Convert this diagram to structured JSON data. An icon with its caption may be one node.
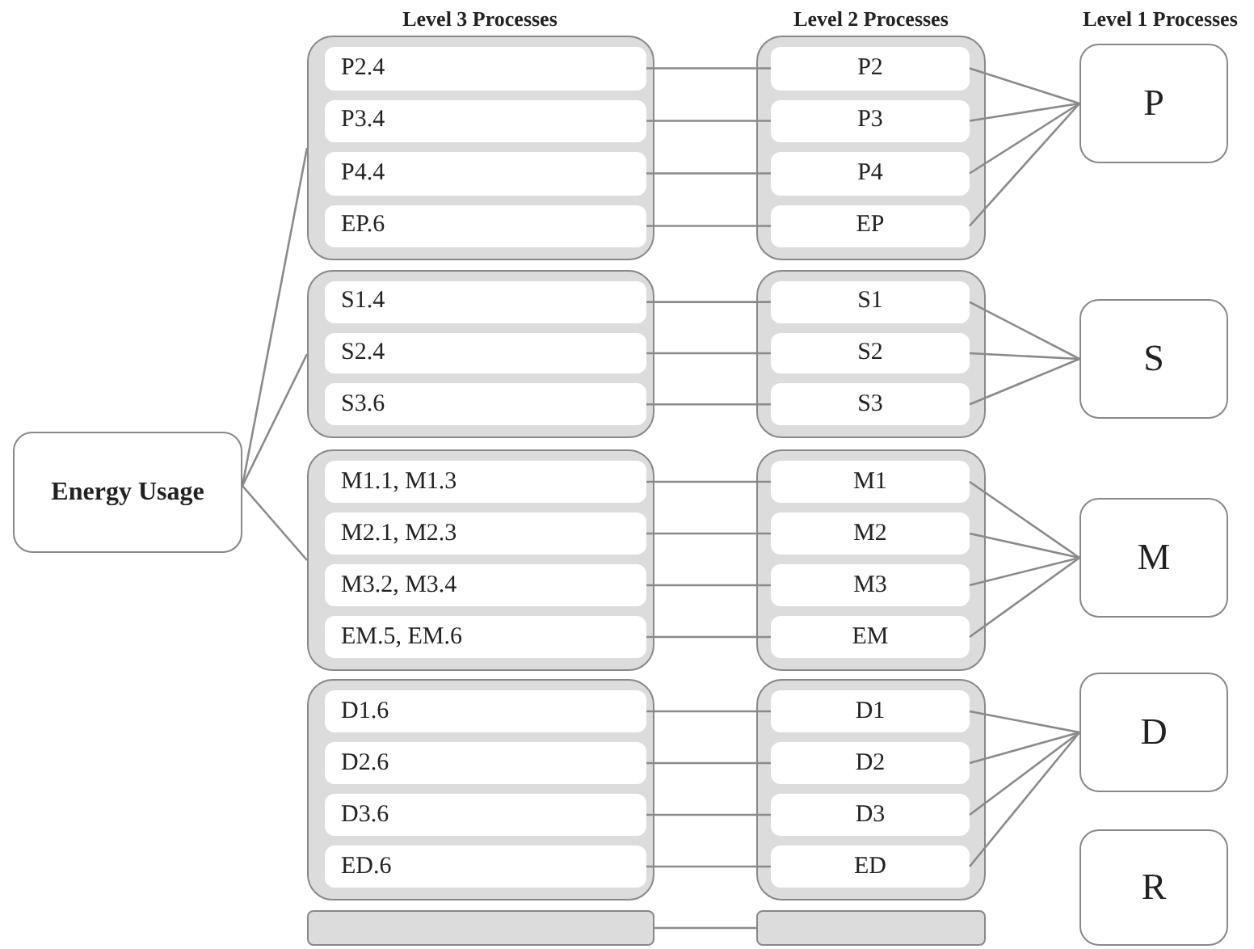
{
  "diagram": {
    "nodes": [
      {
        "text": [
          "Energy Usage"
        ]
      },
      {
        "text": [],
        "shape": "box"
      },
      {
        "text": [
          "P2.4"
        ],
        "in": 1
      },
      {
        "text": [
          "P3.4"
        ],
        "in": 1
      },
      {
        "text": [
          "P4.4"
        ],
        "in": 1
      },
      {
        "text": [
          "EP.6"
        ],
        "in": 1
      },
      {
        "text": [],
        "shape": "box"
      },
      {
        "text": [
          "S1.4"
        ],
        "in": 6
      },
      {
        "text": [
          "S2.4"
        ],
        "in": 6
      },
      {
        "text": [
          "S3.6"
        ],
        "in": 6
      },
      {
        "text": [],
        "shape": "box"
      },
      {
        "text": [
          "M1.1, M1.3"
        ],
        "in": 10
      },
      {
        "text": [
          "M2.1, M2.3"
        ],
        "in": 10
      },
      {
        "text": [
          "M3.2, M3.4"
        ],
        "in": 10
      },
      {
        "text": [
          "EM.5, EM.6"
        ],
        "in": 10
      },
      {
        "text": [],
        "shape": "box"
      },
      {
        "text": [
          "D1.6"
        ],
        "in": 15
      },
      {
        "text": [
          "D2.6"
        ],
        "in": 15
      },
      {
        "text": [
          "D3.6"
        ],
        "in": 15
      },
      {
        "text": [
          "ED.6"
        ],
        "in": 15
      },
      {
        "text": [],
        "shape": "bar"
      },
      {
        "text": [],
        "shape": "box"
      },
      {
        "text": [
          "P2"
        ],
        "in": 21
      },
      {
        "text": [
          "P3"
        ],
        "in": 21
      },
      {
        "text": [
          "P4"
        ],
        "in": 21
      },
      {
        "text": [
          "EP"
        ],
        "in": 21
      },
      {
        "text": [],
        "shape": "box"
      },
      {
        "text": [
          "S1"
        ],
        "in": 26
      },
      {
        "text": [
          "S2"
        ],
        "in": 26
      },
      {
        "text": [
          "S3"
        ],
        "in": 26
      },
      {
        "text": [],
        "shape": "box"
      },
      {
        "text": [
          "M1"
        ],
        "in": 30
      },
      {
        "text": [
          "M2"
        ],
        "in": 30
      },
      {
        "text": [
          "M3"
        ],
        "in": 30
      },
      {
        "text": [
          "EM"
        ],
        "in": 30
      },
      {
        "text": [],
        "shape": "box"
      },
      {
        "text": [
          "D1"
        ],
        "in": 35
      },
      {
        "text": [
          "D2"
        ],
        "in": 35
      },
      {
        "text": [
          "D3"
        ],
        "in": 35
      },
      {
        "text": [
          "ED"
        ],
        "in": 35
      },
      {
        "text": [],
        "shape": "bar"
      },
      {
        "text": [
          "P"
        ]
      },
      {
        "text": [
          "S"
        ]
      },
      {
        "text": [
          "M"
        ]
      },
      {
        "text": [
          "D"
        ]
      },
      {
        "text": [
          "R"
        ]
      }
    ],
    "edges": [
      {
        "from": 0,
        "to": 1,
        "arrow": "none"
      },
      {
        "from": 0,
        "to": 6,
        "arrow": "none"
      },
      {
        "from": 0,
        "to": 10,
        "arrow": "none"
      },
      {
        "from": 2,
        "to": 22,
        "arrow": "none"
      },
      {
        "from": 3,
        "to": 23,
        "arrow": "none"
      },
      {
        "from": 4,
        "to": 24,
        "arrow": "none"
      },
      {
        "from": 5,
        "to": 25,
        "arrow": "none"
      },
      {
        "from": 7,
        "to": 27,
        "arrow": "none"
      },
      {
        "from": 8,
        "to": 28,
        "arrow": "none"
      },
      {
        "from": 9,
        "to": 29,
        "arrow": "none"
      },
      {
        "from": 11,
        "to": 31,
        "arrow": "none"
      },
      {
        "from": 12,
        "to": 32,
        "arrow": "none"
      },
      {
        "from": 13,
        "to": 33,
        "arrow": "none"
      },
      {
        "from": 14,
        "to": 34,
        "arrow": "none"
      },
      {
        "from": 16,
        "to": 36,
        "arrow": "none"
      },
      {
        "from": 17,
        "to": 37,
        "arrow": "none"
      },
      {
        "from": 18,
        "to": 38,
        "arrow": "none"
      },
      {
        "from": 19,
        "to": 39,
        "arrow": "none"
      },
      {
        "from": 20,
        "to": 40,
        "arrow": "none"
      },
      {
        "from": 22,
        "to": 41,
        "arrow": "none"
      },
      {
        "from": 23,
        "to": 41,
        "arrow": "none"
      },
      {
        "from": 24,
        "to": 41,
        "arrow": "none"
      },
      {
        "from": 25,
        "to": 41,
        "arrow": "none"
      },
      {
        "from": 27,
        "to": 42,
        "arrow": "none"
      },
      {
        "from": 28,
        "to": 42,
        "arrow": "none"
      },
      {
        "from": 29,
        "to": 42,
        "arrow": "none"
      },
      {
        "from": 31,
        "to": 43,
        "arrow": "none"
      },
      {
        "from": 32,
        "to": 43,
        "arrow": "none"
      },
      {
        "from": 33,
        "to": 43,
        "arrow": "none"
      },
      {
        "from": 34,
        "to": 43,
        "arrow": "none"
      },
      {
        "from": 36,
        "to": 44,
        "arrow": "none"
      },
      {
        "from": 37,
        "to": 44,
        "arrow": "none"
      },
      {
        "from": 38,
        "to": 44,
        "arrow": "none"
      },
      {
        "from": 39,
        "to": 44,
        "arrow": "none"
      }
    ],
    "labels": [
      "Level 3 Processes",
      "Level 2 Processes",
      "Level 1 Processes"
    ]
  }
}
